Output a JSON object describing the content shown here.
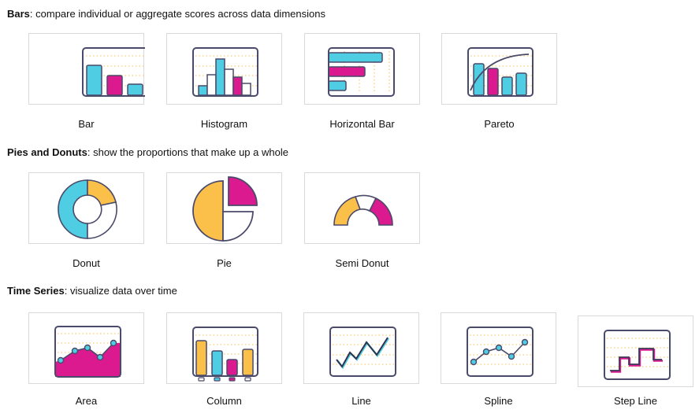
{
  "colors": {
    "frame": "#4a4a6a",
    "cyan": "#4fcde3",
    "magenta": "#dc1a8f",
    "yellow": "#fbc04a",
    "grid": "#fbd58a",
    "tile_border": "#d9d9dd"
  },
  "sections": [
    {
      "title": "Bars",
      "description": ": compare individual or aggregate scores across data dimensions",
      "items": [
        {
          "label": "Bar",
          "icon": "bar-chart-icon"
        },
        {
          "label": "Histogram",
          "icon": "histogram-chart-icon"
        },
        {
          "label": "Horizontal Bar",
          "icon": "horizontal-bar-chart-icon"
        },
        {
          "label": "Pareto",
          "icon": "pareto-chart-icon"
        }
      ]
    },
    {
      "title": "Pies and Donuts",
      "description": ": show the proportions that make up a whole",
      "items": [
        {
          "label": "Donut",
          "icon": "donut-chart-icon"
        },
        {
          "label": "Pie",
          "icon": "pie-chart-icon"
        },
        {
          "label": "Semi Donut",
          "icon": "semi-donut-chart-icon"
        }
      ]
    },
    {
      "title": "Time Series",
      "description": ": visualize data over time",
      "items": [
        {
          "label": "Area",
          "icon": "area-chart-icon"
        },
        {
          "label": "Column",
          "icon": "column-chart-icon"
        },
        {
          "label": "Line",
          "icon": "line-chart-icon"
        },
        {
          "label": "Spline",
          "icon": "spline-chart-icon"
        },
        {
          "label": "Step Line",
          "icon": "step-line-chart-icon"
        }
      ]
    }
  ]
}
